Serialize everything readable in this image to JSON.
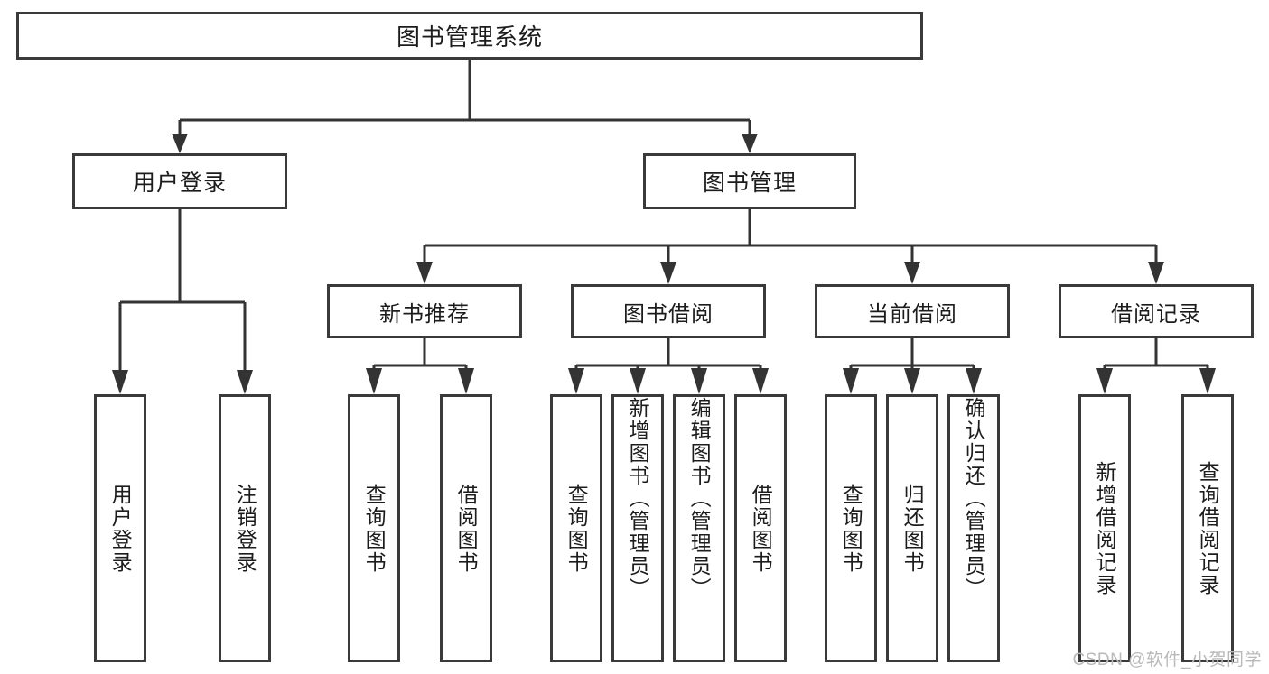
{
  "diagram": {
    "type": "tree",
    "title": "图书管理系统",
    "watermark": "CSDN @软件_小贺同学",
    "colors": {
      "box_border": "#3a3a3a",
      "connector": "#333333",
      "background": "#ffffff",
      "text": "#1c1c1c",
      "watermark": "#b9b9b9"
    },
    "root": {
      "label": "图书管理系统"
    },
    "level2": [
      {
        "label": "用户登录"
      },
      {
        "label": "图书管理"
      }
    ],
    "level3": [
      {
        "label": "新书推荐"
      },
      {
        "label": "图书借阅"
      },
      {
        "label": "当前借阅"
      },
      {
        "label": "借阅记录"
      }
    ],
    "leaves": {
      "user_login": [
        {
          "label": "用户登录"
        },
        {
          "label": "注销登录"
        }
      ],
      "new_book_recommend": [
        {
          "label": "查询图书"
        },
        {
          "label": "借阅图书"
        }
      ],
      "book_borrow": [
        {
          "label": "查询图书"
        },
        {
          "label": "新增图书（管理员）"
        },
        {
          "label": "编辑图书（管理员）"
        },
        {
          "label": "借阅图书"
        }
      ],
      "current_borrow": [
        {
          "label": "查询图书"
        },
        {
          "label": "归还图书"
        },
        {
          "label": "确认归还（管理员）"
        }
      ],
      "borrow_record": [
        {
          "label": "新增借阅记录"
        },
        {
          "label": "查询借阅记录"
        }
      ]
    }
  }
}
